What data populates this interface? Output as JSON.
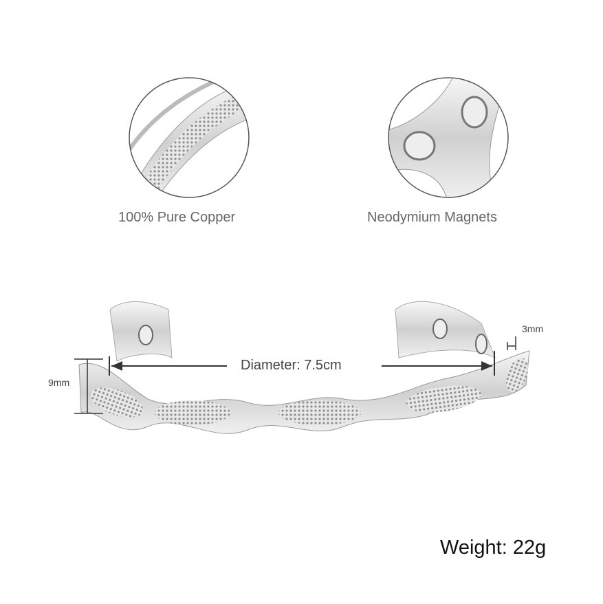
{
  "features": [
    {
      "label": "100% Pure Copper",
      "icon": "textured-band-closeup"
    },
    {
      "label": "Neodymium Magnets",
      "icon": "magnet-closeup"
    }
  ],
  "dimensions": {
    "diameter": "Diameter: 7.5cm",
    "height": "9mm",
    "thickness": "3mm"
  },
  "weight": "Weight: 22g",
  "colors": {
    "silver": "#d9d9d9",
    "highlight": "#ffffff",
    "shadow": "#8a8a8a",
    "text": "#666666"
  }
}
